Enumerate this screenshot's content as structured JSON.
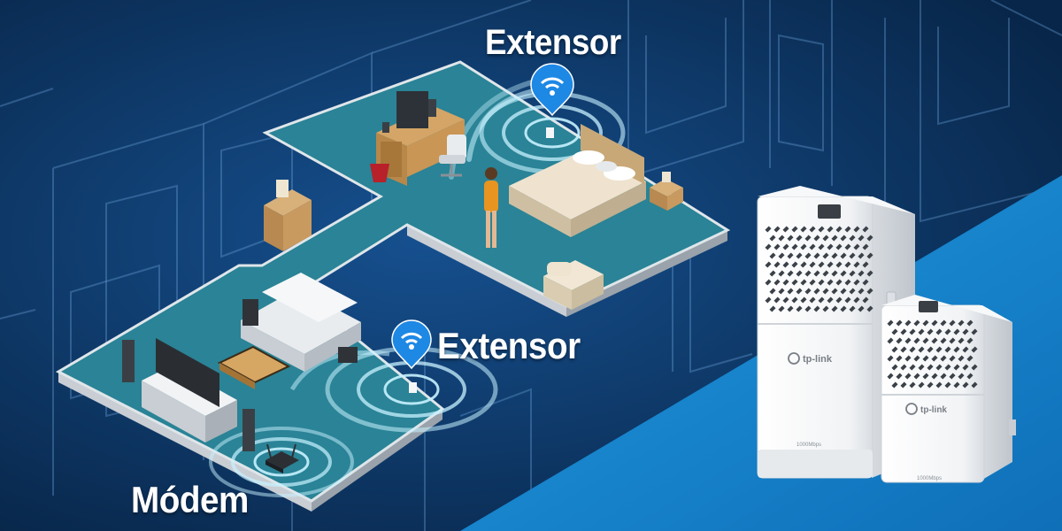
{
  "labels": {
    "extender_top": "Extensor",
    "extender_middle": "Extensor",
    "modem": "Módem"
  },
  "devices": {
    "large": {
      "brand": "tp-link",
      "speed": "1000Mbps"
    },
    "small": {
      "brand": "tp-link",
      "speed": "1000Mbps"
    }
  },
  "colors": {
    "background": "#0a2f5c",
    "floor": "#2b8596",
    "accent_wedge": "#1a8ad4",
    "wifi_pin": "#1e88e5",
    "label_text": "#ffffff"
  },
  "icons": [
    "wifi-pin-icon",
    "wifi-pin-icon",
    "modem-icon",
    "tp-link-logo-icon"
  ]
}
